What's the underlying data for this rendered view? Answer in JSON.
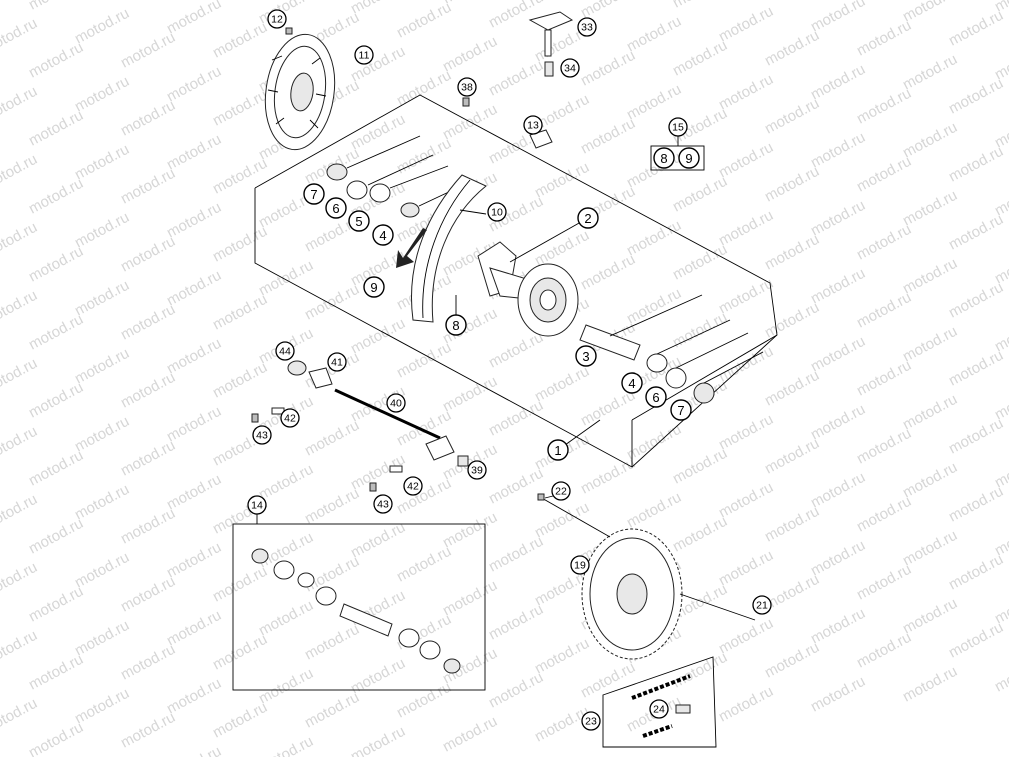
{
  "watermark": "motod.ru",
  "callouts": [
    {
      "id": "c12",
      "label": "12",
      "big": false
    },
    {
      "id": "c11",
      "label": "11",
      "big": false
    },
    {
      "id": "c33",
      "label": "33",
      "big": false
    },
    {
      "id": "c34",
      "label": "34",
      "big": false
    },
    {
      "id": "c38",
      "label": "38",
      "big": false
    },
    {
      "id": "c13",
      "label": "13",
      "big": false
    },
    {
      "id": "c15",
      "label": "15",
      "big": false
    },
    {
      "id": "c15a",
      "label": "8",
      "big": true
    },
    {
      "id": "c15b",
      "label": "9",
      "big": true
    },
    {
      "id": "c7a",
      "label": "7",
      "big": true
    },
    {
      "id": "c6a",
      "label": "6",
      "big": true
    },
    {
      "id": "c5a",
      "label": "5",
      "big": true
    },
    {
      "id": "c4a",
      "label": "4",
      "big": true
    },
    {
      "id": "c10",
      "label": "10",
      "big": false
    },
    {
      "id": "c2",
      "label": "2",
      "big": true
    },
    {
      "id": "c9a",
      "label": "9",
      "big": true
    },
    {
      "id": "c8a",
      "label": "8",
      "big": true
    },
    {
      "id": "c3",
      "label": "3",
      "big": true
    },
    {
      "id": "c4b",
      "label": "4",
      "big": true
    },
    {
      "id": "c6b",
      "label": "6",
      "big": true
    },
    {
      "id": "c7b",
      "label": "7",
      "big": true
    },
    {
      "id": "c1",
      "label": "1",
      "big": true
    },
    {
      "id": "c44",
      "label": "44",
      "big": false
    },
    {
      "id": "c41",
      "label": "41",
      "big": false
    },
    {
      "id": "c40",
      "label": "40",
      "big": false
    },
    {
      "id": "c42a",
      "label": "42",
      "big": false
    },
    {
      "id": "c43a",
      "label": "43",
      "big": false
    },
    {
      "id": "c39",
      "label": "39",
      "big": false
    },
    {
      "id": "c42b",
      "label": "42",
      "big": false
    },
    {
      "id": "c43b",
      "label": "43",
      "big": false
    },
    {
      "id": "c22",
      "label": "22",
      "big": false
    },
    {
      "id": "c14",
      "label": "14",
      "big": false
    },
    {
      "id": "c19",
      "label": "19",
      "big": false
    },
    {
      "id": "c21",
      "label": "21",
      "big": false
    },
    {
      "id": "c23",
      "label": "23",
      "big": false
    },
    {
      "id": "c24",
      "label": "24",
      "big": false
    }
  ]
}
